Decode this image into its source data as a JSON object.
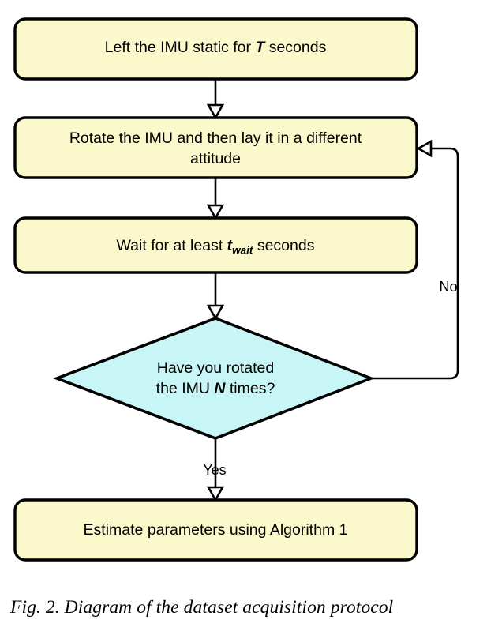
{
  "figure": {
    "caption": "Fig. 2. Diagram of the dataset acquisition protocol",
    "background_color": "#ffffff"
  },
  "style": {
    "process_fill": "#fbf8cc",
    "decision_fill": "#c8f5f5",
    "stroke": "#000000",
    "text_color": "#000000"
  },
  "nodes": {
    "step_static": {
      "type": "process",
      "line1_pre": "Left the IMU static for ",
      "line1_var": "T",
      "line1_post": " seconds",
      "full_text": "Left the IMU static for T seconds"
    },
    "step_rotate": {
      "type": "process",
      "line1": "Rotate the IMU and then lay it in a different",
      "line2": "attitude",
      "full_text": "Rotate the IMU and then lay it in a different attitude"
    },
    "step_wait": {
      "type": "process",
      "line1_pre": "Wait for at least ",
      "line1_var": "t",
      "line1_sub": "wait",
      "line1_post": " seconds",
      "full_text": "Wait for at least t_wait seconds"
    },
    "decision_rotated": {
      "type": "decision",
      "line1": "Have you rotated",
      "line2_pre": "the IMU ",
      "line2_var": "N",
      "line2_post": " times?",
      "full_text": "Have you rotated the IMU N times?"
    },
    "step_estimate": {
      "type": "process",
      "line1": "Estimate parameters using Algorithm 1",
      "full_text": "Estimate parameters using Algorithm 1"
    }
  },
  "edges": {
    "static_to_rotate": {
      "label": ""
    },
    "rotate_to_wait": {
      "label": ""
    },
    "wait_to_decision": {
      "label": ""
    },
    "decision_no_loop": {
      "label": "No"
    },
    "decision_yes": {
      "label": "Yes"
    }
  }
}
